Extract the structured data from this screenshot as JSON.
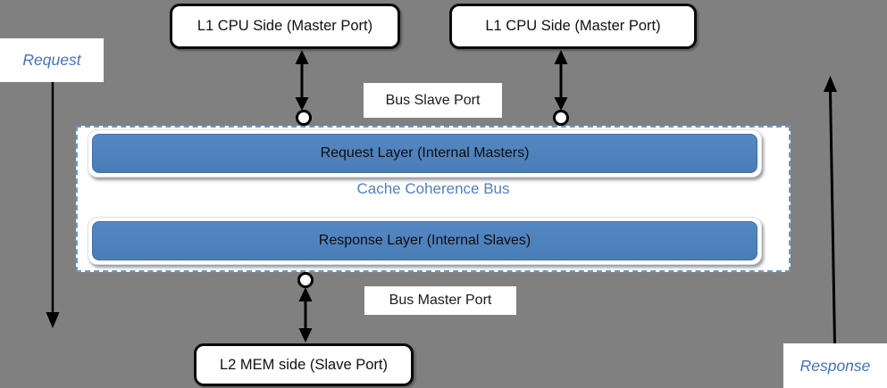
{
  "colors": {
    "background": "#808080",
    "layer_bar_blue": "#4f81bd",
    "dashed_border_blue": "#6699cc",
    "bus_title_blue": "#4f81bd",
    "flow_label_blue": "#4472c4",
    "connector_black": "#000000"
  },
  "bus": {
    "title": "Cache Coherence Bus",
    "request_layer_label": "Request Layer (Internal Masters)",
    "response_layer_label": "Response Layer (Internal Slaves)",
    "slave_port_label": "Bus Slave Port",
    "master_port_label": "Bus Master Port"
  },
  "nodes": {
    "cpu_left": "L1 CPU Side (Master Port)",
    "cpu_right": "L1 CPU Side (Master Port)",
    "mem": "L2 MEM side (Slave Port)"
  },
  "flow_labels": {
    "request": "Request",
    "response": "Response"
  }
}
